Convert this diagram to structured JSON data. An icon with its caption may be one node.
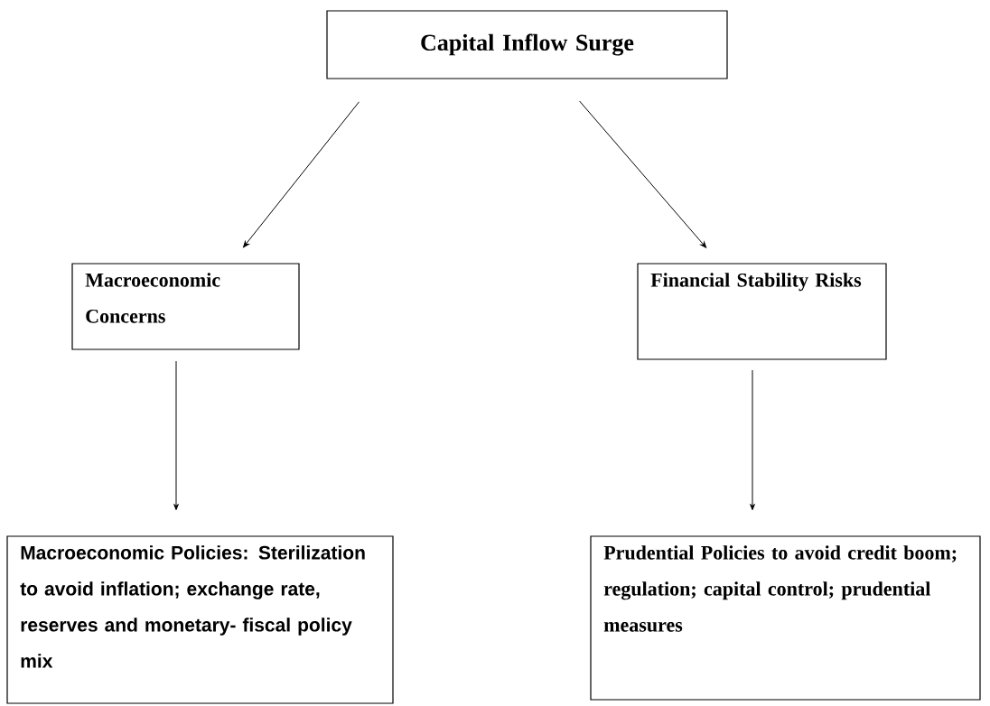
{
  "diagram": {
    "nodes": [
      {
        "text": [
          "Capital Inflow Surge"
        ]
      },
      {
        "text": [
          "Macroeconomic Concerns"
        ]
      },
      {
        "text": [
          "Financial Stability Risks"
        ]
      },
      {
        "text": [
          "Macroeconomic Policies: Sterilization to avoid inflation; exchange rate, reserves and monetary- fiscal policy mix"
        ]
      },
      {
        "text": [
          "Prudential Policies to avoid credit boom; regulation; capital control; prudential measures"
        ]
      }
    ],
    "edges": [
      {
        "from": 0,
        "to": 1,
        "arrow": "to"
      },
      {
        "from": 0,
        "to": 2,
        "arrow": "to"
      },
      {
        "from": 1,
        "to": 3,
        "arrow": "to"
      },
      {
        "from": 2,
        "to": 4,
        "arrow": "to"
      }
    ]
  }
}
